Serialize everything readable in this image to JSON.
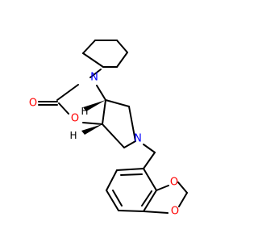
{
  "molecule": {
    "atoms": {
      "n_carbamate": {
        "symbol": "N",
        "color": "#0000ff"
      },
      "o_carbonyl": {
        "symbol": "O",
        "color": "#ff0000"
      },
      "o_ring": {
        "symbol": "O",
        "color": "#ff0000"
      },
      "n_pyrrolidine": {
        "symbol": "N",
        "color": "#0000ff"
      },
      "o_dioxole_top": {
        "symbol": "O",
        "color": "#ff0000"
      },
      "o_dioxole_bottom": {
        "symbol": "O",
        "color": "#ff0000"
      },
      "h_upper": {
        "symbol": "H",
        "color": "#000000"
      },
      "h_lower": {
        "symbol": "H",
        "color": "#000000"
      }
    },
    "bond_color": "#000000"
  }
}
